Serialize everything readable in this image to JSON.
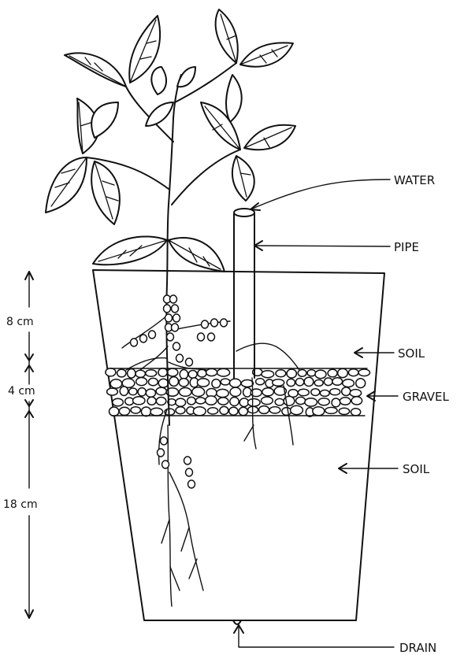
{
  "labels": {
    "water": "WATER",
    "pipe": "PIPE",
    "soil_upper": "SOIL",
    "gravel": "GRAVEL",
    "soil_lower": "SOIL",
    "drain": "DRAIN"
  },
  "dimensions": {
    "top_layer": "8 cm",
    "gravel_layer": "4 cm",
    "bottom_layer": "18 cm"
  }
}
